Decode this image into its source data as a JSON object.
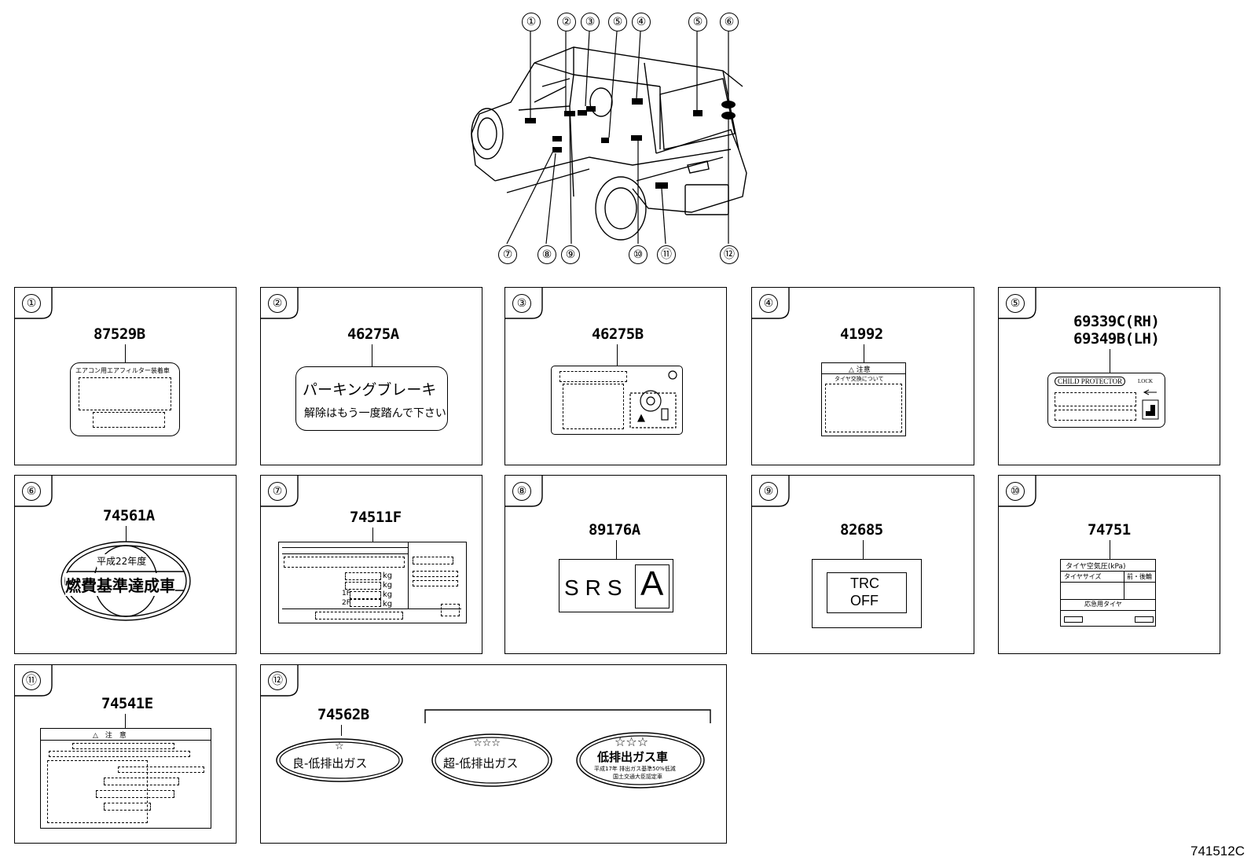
{
  "callouts_top": [
    "①",
    "②",
    "③",
    "⑤",
    "④",
    "⑤",
    "⑥"
  ],
  "callouts_bottom": [
    "⑦",
    "⑧",
    "⑨",
    "⑩",
    "⑪",
    "⑫"
  ],
  "panels": [
    {
      "num": "①",
      "part": "87529B",
      "label_text": "エアコン用エアフィルター装着車"
    },
    {
      "num": "②",
      "part": "46275A",
      "line1": "パーキングブレーキ",
      "line2": "解除はもう一度踏んで下さい"
    },
    {
      "num": "③",
      "part": "46275B"
    },
    {
      "num": "④",
      "part": "41992",
      "head": "△ 注意",
      "sub": "タイヤ交換について"
    },
    {
      "num": "⑤",
      "part1": "69339C(RH)",
      "part2": "69349B(LH)",
      "text": "CHILD PROTECTOR",
      "lock": "LOCK"
    },
    {
      "num": "⑥",
      "part": "74561A",
      "line1": "平成22年度",
      "line2": "燃費基準達成車"
    },
    {
      "num": "⑦",
      "part": "74511F",
      "kg": "kg",
      "f1": "1F",
      "f2": "2F"
    },
    {
      "num": "⑧",
      "part": "89176A",
      "srs": "SRS",
      "a": "A"
    },
    {
      "num": "⑨",
      "part": "82685",
      "l1": "TRC",
      "l2": "OFF"
    },
    {
      "num": "⑩",
      "part": "74751",
      "h1": "タイヤ空気圧(kPa)",
      "c1": "タイヤサイズ",
      "c2": "前・後輪",
      "c3": "応急用タイヤ"
    },
    {
      "num": "⑪",
      "part": "74541E",
      "head": "△　注　意"
    },
    {
      "num": "⑫",
      "part": "74562B",
      "e1": "良-低排出ガス",
      "e2": "超-低排出ガス",
      "e3a": "低排出ガス車",
      "e3b": "平成17年 排出ガス基準50%低減",
      "e3c": "国土交通大臣認定車",
      "s1": "☆",
      "s2": "☆☆☆",
      "s3": "☆☆☆"
    }
  ],
  "drawing_code": "741512C"
}
